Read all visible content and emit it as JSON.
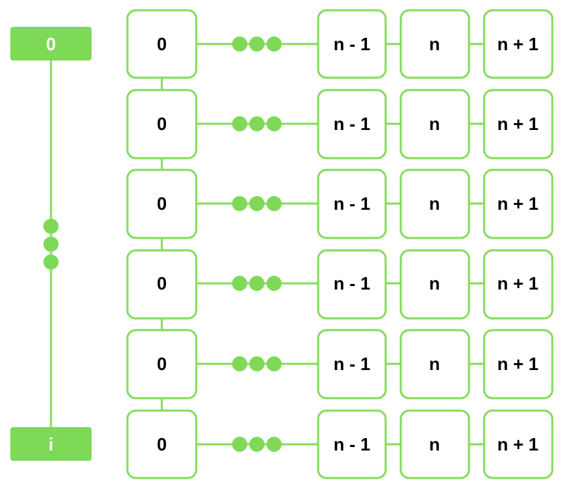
{
  "colors": {
    "accent": "#7ed957",
    "stroke": "#86dc5a",
    "text": "#000000",
    "tag_text": "#ffffff",
    "background": "#ffffff"
  },
  "index_tags": {
    "top": "0",
    "bottom": "i"
  },
  "cell_labels": {
    "first": "0",
    "prev": "n - 1",
    "current": "n",
    "next": "n + 1"
  },
  "row_count": 6
}
